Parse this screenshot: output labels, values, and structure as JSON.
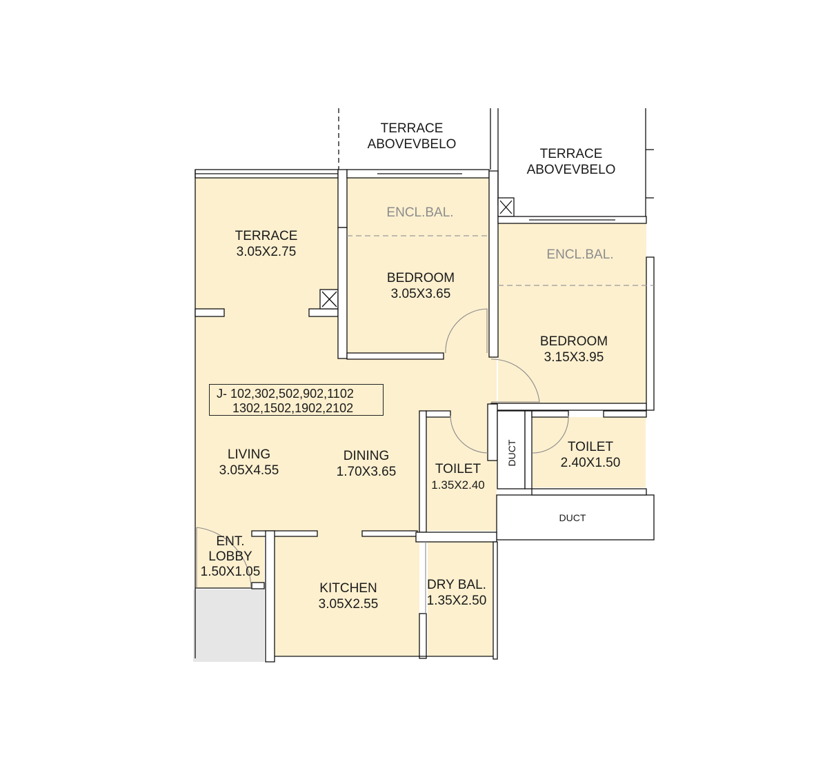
{
  "plan": {
    "unit_numbers": {
      "line1": "J- 102,302,502,902,1102",
      "line2": "1302,1502,1902,2102"
    },
    "colors": {
      "room_fill": "#fdf0cf",
      "lobby_shade": "#e6e6e6",
      "wall": "#111111",
      "secondary_text": "#8c8c8c"
    },
    "rooms": [
      {
        "id": "terrace-above-below-1",
        "name": "TERRACE",
        "sub": "ABOVEVBELO"
      },
      {
        "id": "terrace-above-below-2",
        "name": "TERRACE",
        "sub": "ABOVEVBELO"
      },
      {
        "id": "terrace",
        "name": "TERRACE",
        "size": "3.05X2.75"
      },
      {
        "id": "encl-bal-1",
        "name": "ENCL.BAL."
      },
      {
        "id": "bedroom-1",
        "name": "BEDROOM",
        "size": "3.05X3.65"
      },
      {
        "id": "encl-bal-2",
        "name": "ENCL.BAL."
      },
      {
        "id": "bedroom-2",
        "name": "BEDROOM",
        "size": "3.15X3.95"
      },
      {
        "id": "living",
        "name": "LIVING",
        "size": "3.05X4.55"
      },
      {
        "id": "dining",
        "name": "DINING",
        "size": "1.70X3.65"
      },
      {
        "id": "toilet-1",
        "name": "TOILET",
        "size": "1.35X2.40"
      },
      {
        "id": "duct-vertical",
        "name": "DUCT"
      },
      {
        "id": "toilet-2",
        "name": "TOILET",
        "size": "2.40X1.50"
      },
      {
        "id": "duct-horizontal",
        "name": "DUCT"
      },
      {
        "id": "ent-lobby",
        "name": "ENT.",
        "name2": "LOBBY",
        "size": "1.50X1.05"
      },
      {
        "id": "kitchen",
        "name": "KITCHEN",
        "size": "3.05X2.55"
      },
      {
        "id": "dry-bal",
        "name": "DRY BAL.",
        "size": "1.35X2.50"
      }
    ]
  }
}
